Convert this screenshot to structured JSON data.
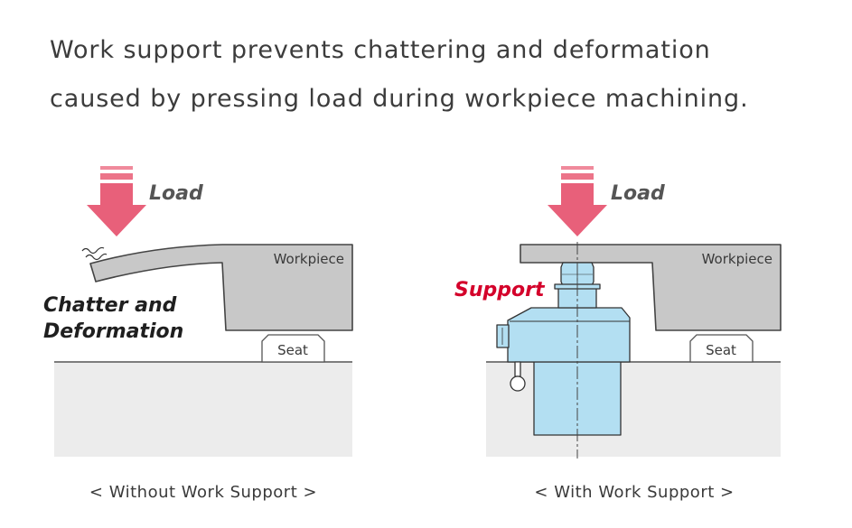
{
  "headline": {
    "line1": "Work support prevents chattering and deformation",
    "line2": "caused by pressing load during workpiece machining."
  },
  "left_panel": {
    "load_label": "Load",
    "workpiece_label": "Workpiece",
    "seat_label": "Seat",
    "effect_line1": "Chatter and",
    "effect_line2": "Deformation",
    "caption": "< Without Work Support >"
  },
  "right_panel": {
    "load_label": "Load",
    "workpiece_label": "Workpiece",
    "seat_label": "Seat",
    "support_label": "Support",
    "caption": "< With Work Support >"
  },
  "colors": {
    "arrow": "#e8607a",
    "arrow_stripe": "#f08a9c",
    "workpiece": "#c8c8c8",
    "base": "#ececec",
    "support_body": "#b3dff2",
    "support_accent": "#d4002a"
  }
}
